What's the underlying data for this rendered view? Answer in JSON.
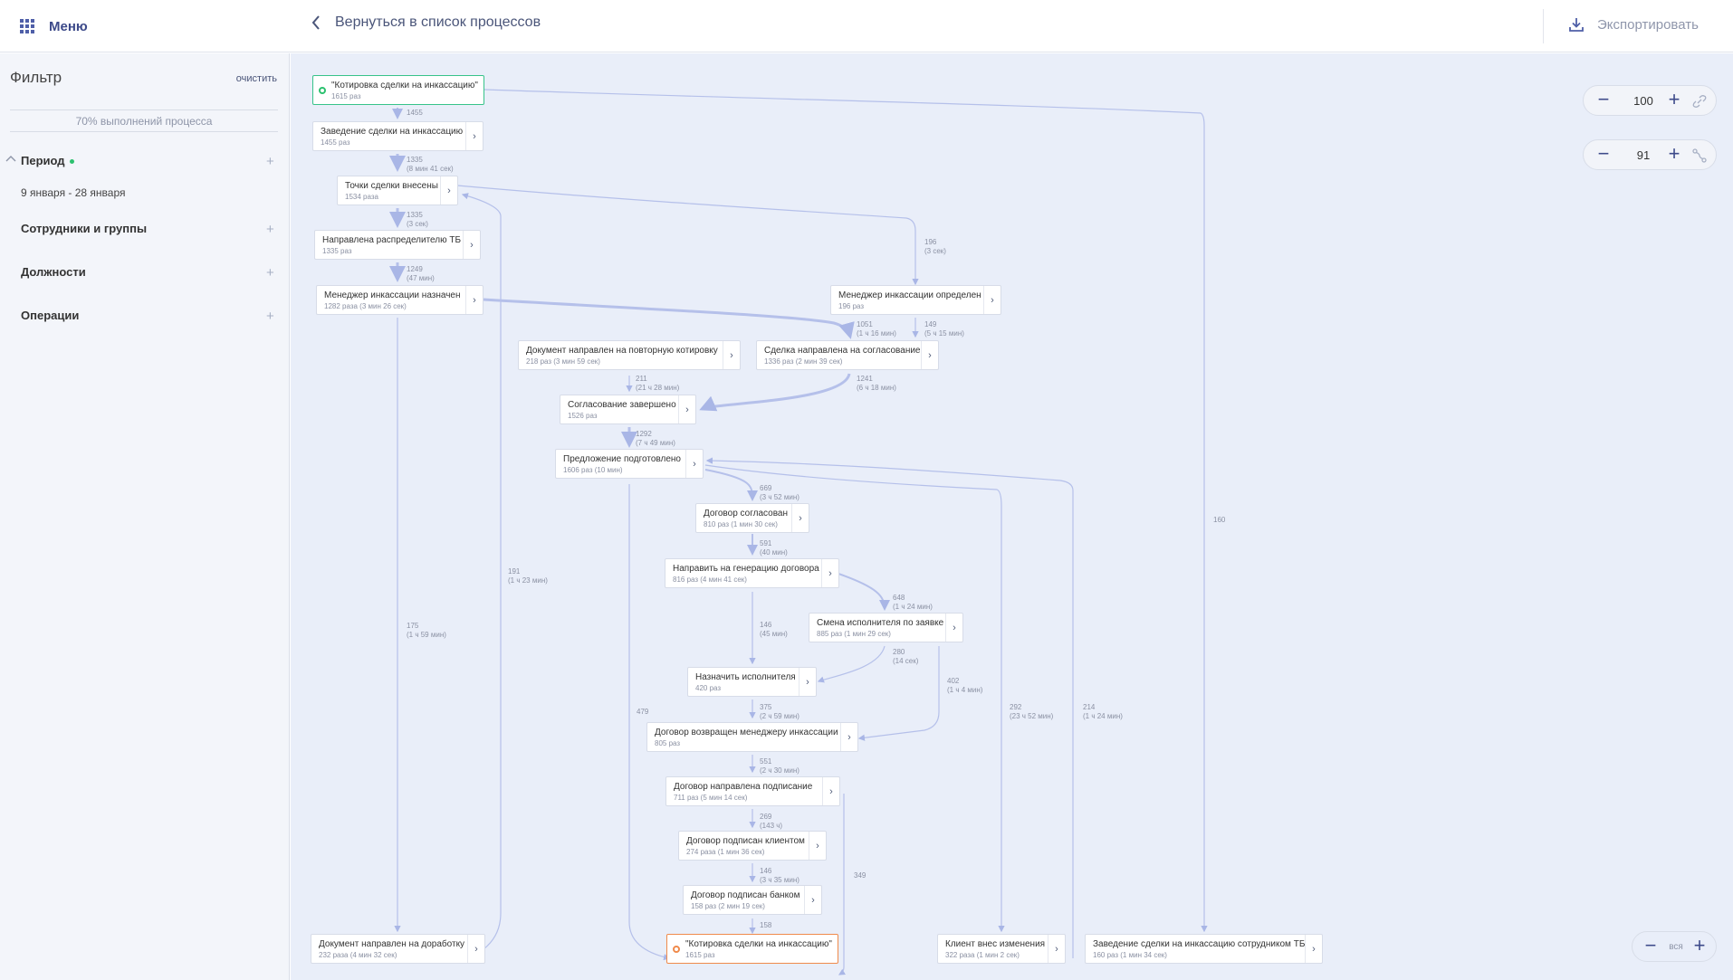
{
  "header": {
    "menu_label": "Меню",
    "back_label": "Вернуться в список процессов",
    "export_label": "Экспортировать"
  },
  "sidebar": {
    "title": "Фильтр",
    "clear_label": "очистить",
    "progress_label": "70% выполнений процесса",
    "sections": [
      {
        "label": "Период",
        "value": "9 января - 28 января",
        "active": true
      },
      {
        "label": "Сотрудники и группы"
      },
      {
        "label": "Должности"
      },
      {
        "label": "Операции"
      }
    ]
  },
  "zoom_controls": {
    "activities": "100",
    "paths": "91",
    "all_label": "вся"
  },
  "nodes": [
    {
      "id": "start",
      "title": "\"Котировка сделки на инкассацию\"",
      "sub": "1615 раз"
    },
    {
      "id": "n2",
      "title": "Заведение сделки на инкассацию",
      "sub": "1455 раз"
    },
    {
      "id": "n3",
      "title": "Точки сделки внесены",
      "sub": "1534 раза"
    },
    {
      "id": "n4",
      "title": "Направлена распределителю ТБ",
      "sub": "1335 раз"
    },
    {
      "id": "n5",
      "title": "Менеджер инкассации назначен",
      "sub": "1282 раза (3 мин 26 сек)"
    },
    {
      "id": "n6",
      "title": "Менеджер инкассации определен",
      "sub": "196 раз"
    },
    {
      "id": "n7",
      "title": "Документ направлен на повторную котировку",
      "sub": "218 раз (3 мин 59 сек)"
    },
    {
      "id": "n8",
      "title": "Сделка направлена на согласование",
      "sub": "1336 раз (2 мин 39 сек)"
    },
    {
      "id": "n9",
      "title": "Согласование завершено",
      "sub": "1526 раз"
    },
    {
      "id": "n10",
      "title": "Предложение подготовлено",
      "sub": "1606 раз (10 мин)"
    },
    {
      "id": "n11",
      "title": "Договор согласован",
      "sub": "810 раз (1 мин 30 сек)"
    },
    {
      "id": "n12",
      "title": "Направить на генерацию договора",
      "sub": "816 раз (4 мин 41 сек)"
    },
    {
      "id": "n13",
      "title": "Смена исполнителя по заявке",
      "sub": "885 раз (1 мин 29 сек)"
    },
    {
      "id": "n14",
      "title": "Назначить исполнителя",
      "sub": "420 раз"
    },
    {
      "id": "n15",
      "title": "Договор возвращен менеджеру инкассации",
      "sub": "805 раз"
    },
    {
      "id": "n16",
      "title": "Договор направлена подписание",
      "sub": "711 раз (5 мин 14 сек)"
    },
    {
      "id": "n17",
      "title": "Договор подписан клиентом",
      "sub": "274 раза (1 мин 36 сек)"
    },
    {
      "id": "n18",
      "title": "Договор подписан банком",
      "sub": "158 раз (2 мин 19 сек)"
    },
    {
      "id": "n19",
      "title": "Документ направлен на доработку",
      "sub": "232 раза (4 мин 32 сек)"
    },
    {
      "id": "end",
      "title": "\"Котировка сделки на инкассацию\"",
      "sub": "1615 раз"
    },
    {
      "id": "n21",
      "title": "Клиент внес изменения",
      "sub": "322 раза (1 мин 2 сек)"
    },
    {
      "id": "n22",
      "title": "Заведение сделки на инкассацию сотрудником ТБ",
      "sub": "160 раз (1 мин 34 сек)"
    }
  ],
  "edge_labels": [
    {
      "id": "e1",
      "count": "1455",
      "time": ""
    },
    {
      "id": "e2",
      "count": "1335",
      "time": "(8 мин 41 сек)"
    },
    {
      "id": "e3",
      "count": "1335",
      "time": "(3 сек)"
    },
    {
      "id": "e4",
      "count": "1249",
      "time": "(47 мин)"
    },
    {
      "id": "e5",
      "count": "196",
      "time": "(3 сек)"
    },
    {
      "id": "e6",
      "count": "1051",
      "time": "(1 ч 16 мин)"
    },
    {
      "id": "e7",
      "count": "149",
      "time": "(5 ч 15 мин)"
    },
    {
      "id": "e8",
      "count": "211",
      "time": "(21 ч 28 мин)"
    },
    {
      "id": "e9",
      "count": "1241",
      "time": "(6 ч 18 мин)"
    },
    {
      "id": "e10",
      "count": "1292",
      "time": "(7 ч 49 мин)"
    },
    {
      "id": "e11",
      "count": "669",
      "time": "(3 ч 52 мин)"
    },
    {
      "id": "e12",
      "count": "591",
      "time": "(40 мин)"
    },
    {
      "id": "e13",
      "count": "648",
      "time": "(1 ч 24 мин)"
    },
    {
      "id": "e14",
      "count": "146",
      "time": "(45 мин)"
    },
    {
      "id": "e15",
      "count": "280",
      "time": "(14 сек)"
    },
    {
      "id": "e16",
      "count": "402",
      "time": "(1 ч 4 мин)"
    },
    {
      "id": "e17",
      "count": "375",
      "time": "(2 ч 59 мин)"
    },
    {
      "id": "e18",
      "count": "551",
      "time": "(2 ч 30 мин)"
    },
    {
      "id": "e19",
      "count": "269",
      "time": "(143 ч)"
    },
    {
      "id": "e20",
      "count": "146",
      "time": "(3 ч 35 мин)"
    },
    {
      "id": "e21",
      "count": "158",
      "time": ""
    },
    {
      "id": "e22",
      "count": "175",
      "time": "(1 ч 59 мин)"
    },
    {
      "id": "e23",
      "count": "191",
      "time": "(1 ч 23 мин)"
    },
    {
      "id": "e24",
      "count": "479",
      "time": ""
    },
    {
      "id": "e25",
      "count": "349",
      "time": ""
    },
    {
      "id": "e26",
      "count": "292",
      "time": "(23 ч 52 мин)"
    },
    {
      "id": "e27",
      "count": "214",
      "time": "(1 ч 24 мин)"
    },
    {
      "id": "e28",
      "count": "160",
      "time": ""
    }
  ],
  "colors": {
    "accent": "#3d4a8a",
    "edge": "#a9b6e6",
    "start": "#37c38a",
    "end": "#f08a4b",
    "canvas": "#e9eef9"
  },
  "icons": {
    "menu": "grid-icon",
    "back": "chevron-left-icon",
    "export": "download-icon",
    "link": "link-icon",
    "path": "path-icon"
  }
}
